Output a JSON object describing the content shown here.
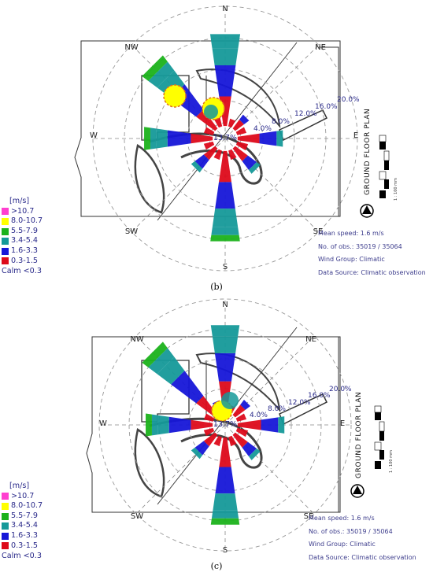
{
  "panels": [
    {
      "id": "b",
      "caption": "(b)",
      "directions": {
        "N": "N",
        "NE": "NE",
        "E": "E",
        "SE": "SE",
        "S": "S",
        "SW": "SW",
        "W": "W",
        "NW": "NW"
      },
      "rings": [
        "4.0%",
        "8.0%",
        "12.0%",
        "16.0%",
        "20.0%"
      ],
      "calm_center": "13.7%",
      "plan_label": "GROUND FLOOR PLAN",
      "scale_label": "1 : 100  mm",
      "legend": {
        "unit": "[m/s]",
        "bins": [
          {
            "label": ">10.7",
            "color": "#ff3fd0"
          },
          {
            "label": "8.0-10.7",
            "color": "#ffff00"
          },
          {
            "label": "5.5-7.9",
            "color": "#1bb21b"
          },
          {
            "label": "3.4-5.4",
            "color": "#159999"
          },
          {
            "label": "1.6-3.3",
            "color": "#1616d8"
          },
          {
            "label": "0.3-1.5",
            "color": "#dd0a1a"
          }
        ],
        "calm": "Calm  <0.3"
      },
      "info": {
        "mean_speed": "Mean speed: 1.6 m/s",
        "observations": "No. of obs.: 35019 / 35064",
        "wind_group": "Wind Group: Climatic",
        "data_source": "Data Source: Climatic observation"
      }
    },
    {
      "id": "c",
      "caption": "(c)",
      "directions": {
        "N": "N",
        "NE": "NE",
        "E": "E",
        "SE": "SE",
        "S": "S",
        "SW": "SW",
        "W": "W",
        "NW": "NW"
      },
      "rings": [
        "4.0%",
        "8.0%",
        "12.0%",
        "16.0%",
        "20.0%"
      ],
      "calm_center": "13.7%",
      "plan_label": "GROUND FLOOR PLAN",
      "scale_label": "1 : 100  mm",
      "legend": {
        "unit": "[m/s]",
        "bins": [
          {
            "label": ">10.7",
            "color": "#ff3fd0"
          },
          {
            "label": "8.0-10.7",
            "color": "#ffff00"
          },
          {
            "label": "5.5-7.9",
            "color": "#1bb21b"
          },
          {
            "label": "3.4-5.4",
            "color": "#159999"
          },
          {
            "label": "1.6-3.3",
            "color": "#1616d8"
          },
          {
            "label": "0.3-1.5",
            "color": "#dd0a1a"
          }
        ],
        "calm": "Calm  <0.3"
      },
      "info": {
        "mean_speed": "Mean speed: 1.6 m/s",
        "observations": "No. of obs.: 35019 / 35064",
        "wind_group": "Wind Group: Climatic",
        "data_source": "Data Source: Climatic observation"
      }
    }
  ]
}
